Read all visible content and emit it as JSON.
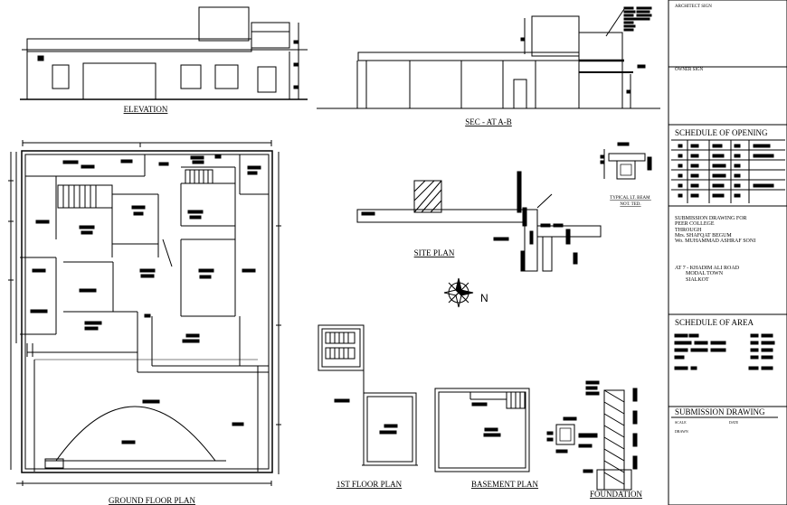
{
  "titles": {
    "elevation": "ELEVATION",
    "section": "SEC - AT A-B",
    "site_plan": "SITE PLAN",
    "ground_floor": "GROUND FLOOR PLAN",
    "first_floor": "1ST FLOOR PLAN",
    "basement": "BASEMENT PLAN",
    "foundation": "FOUNDATION",
    "beam_detail": "TYPICAL LT. BEAM\nNOT. TED."
  },
  "title_block": {
    "architect_sign": "ARCHITECT SIGN",
    "owner_sign": "OWNER SIGN",
    "schedule_opening": "SCHEDULE OF OPENING",
    "submission_lines": [
      "SUBMISSION DRAWING FOR",
      "PEER COLLEGE",
      "THROUGH",
      "Mrs. SHAFQAT BEGUM",
      "Wo. MUHAMMAD ASHRAF SONI"
    ],
    "address_lines": [
      "AT 7 - KHADIM ALI ROAD",
      "MODAL TOWN",
      "SIALKOT"
    ],
    "schedule_area": "SCHEDULE OF AREA",
    "submission_drawing": "SUBMISSION DRAWING",
    "scale_label": "SCALE",
    "date_label": "DATE",
    "drawn_label": "DRAWN"
  },
  "compass_letter": "N",
  "colors": {
    "line": "#000000",
    "paper": "#ffffff"
  }
}
